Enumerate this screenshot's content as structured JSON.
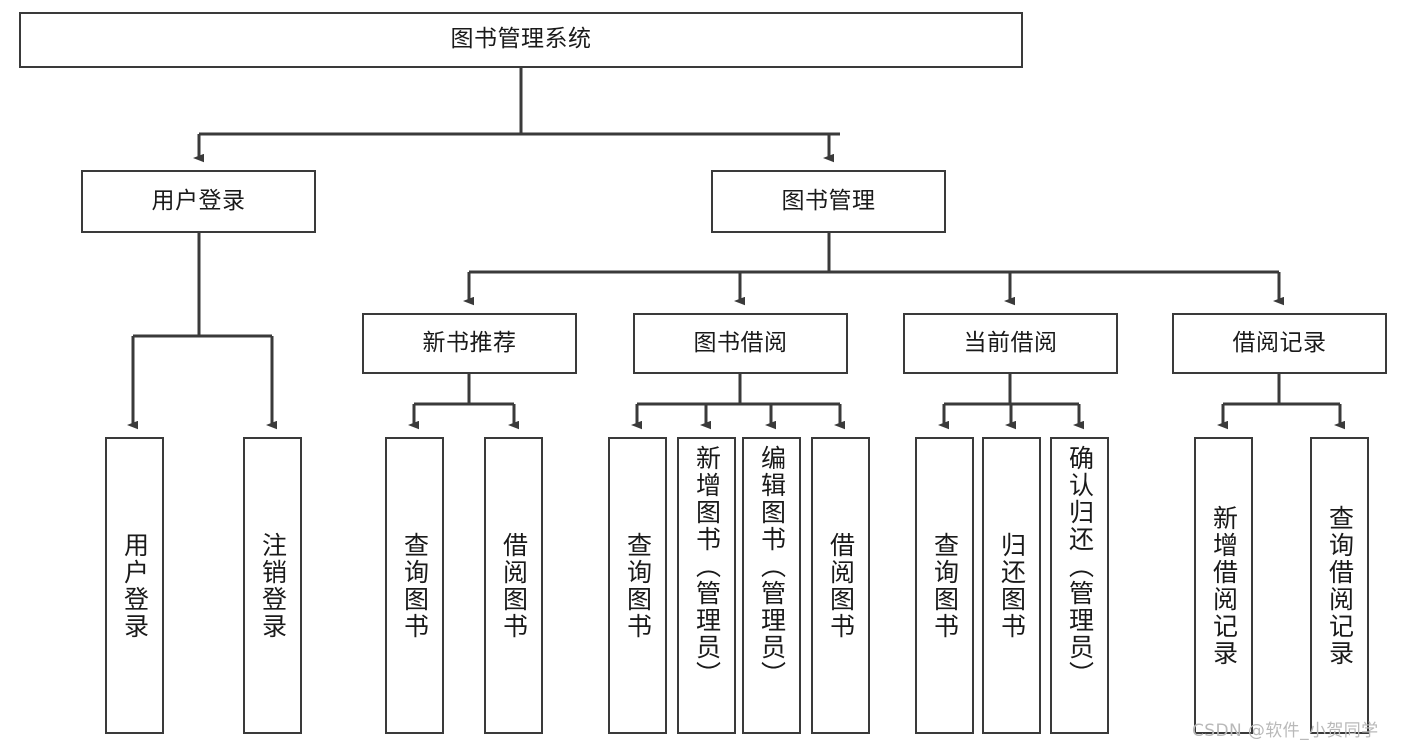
{
  "diagram": {
    "type": "tree-hierarchy",
    "title": "图书管理系统",
    "orientation": "top-down",
    "edge_style": "orthogonal-with-arrowheads",
    "colors": {
      "box_border": "#3a3a3a",
      "box_fill": "#ffffff",
      "edge": "#3a3a3a",
      "text": "#1a1a1a",
      "watermark": "#b9b9b9",
      "background": "#ffffff"
    }
  },
  "root": {
    "label": "图书管理系统"
  },
  "level2": [
    {
      "id": "user-login",
      "label": "用户登录"
    },
    {
      "id": "book-management",
      "label": "图书管理"
    }
  ],
  "level3": [
    {
      "id": "new-book-recommend",
      "label": "新书推荐"
    },
    {
      "id": "book-borrow",
      "label": "图书借阅"
    },
    {
      "id": "current-borrow",
      "label": "当前借阅"
    },
    {
      "id": "borrow-record",
      "label": "借阅记录"
    }
  ],
  "leaves": {
    "user_login": [
      {
        "id": "leaf-user-login",
        "label": "用户登录"
      },
      {
        "id": "leaf-logout",
        "label": "注销登录"
      }
    ],
    "new_book_recommend": [
      {
        "id": "leaf-query-book-1",
        "label": "查询图书"
      },
      {
        "id": "leaf-borrow-book-1",
        "label": "借阅图书"
      }
    ],
    "book_borrow": [
      {
        "id": "leaf-query-book-2",
        "label": "查询图书"
      },
      {
        "id": "leaf-add-book",
        "label": "新增图书（管理员）"
      },
      {
        "id": "leaf-edit-book",
        "label": "编辑图书（管理员）"
      },
      {
        "id": "leaf-borrow-book-2",
        "label": "借阅图书"
      }
    ],
    "current_borrow": [
      {
        "id": "leaf-query-book-3",
        "label": "查询图书"
      },
      {
        "id": "leaf-return-book",
        "label": "归还图书"
      },
      {
        "id": "leaf-confirm-return",
        "label": "确认归还（管理员）"
      }
    ],
    "borrow_record": [
      {
        "id": "leaf-add-record",
        "label": "新增借阅记录"
      },
      {
        "id": "leaf-query-record",
        "label": "查询借阅记录"
      }
    ]
  },
  "watermark": {
    "text": "CSDN @软件_小贺同学"
  }
}
